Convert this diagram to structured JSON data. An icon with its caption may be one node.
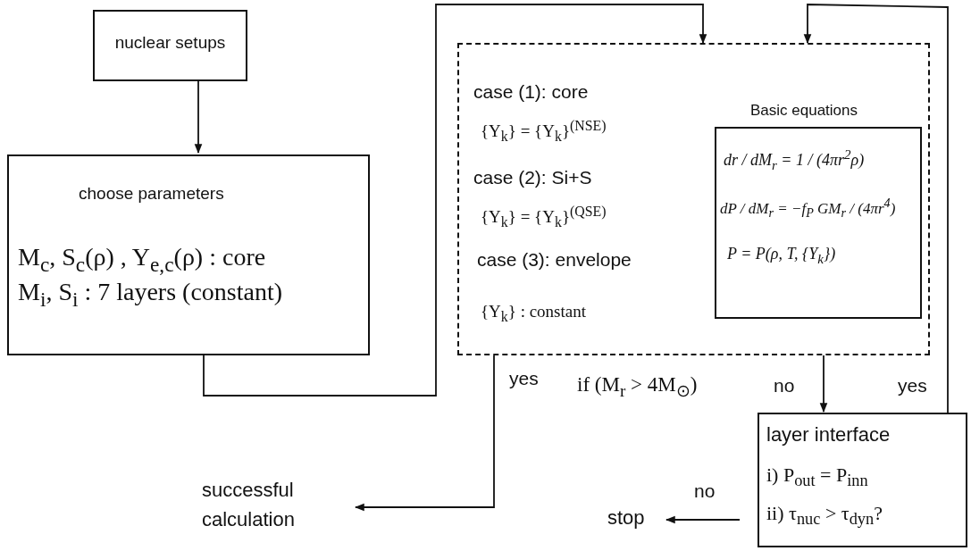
{
  "diagram": {
    "nodes": [
      {
        "text": [
          "nuclear setups"
        ]
      },
      {
        "text": [
          "choose parameters",
          "M$_{c}$, S$_{c}$(ρ) , Y$_{e,c}$(ρ)  : core",
          "M$_{i}$, S$_{i}$  : 7 layers (constant)"
        ]
      },
      {
        "text": [
          "case (1): core",
          "{Y$_{k}$} = {Y$_{k}$}$^{(NSE)}$",
          "case (2):  Si+S",
          "{Y$_{k}$} = {Y$_{k}$}$^{(QSE)}$",
          "case (3): envelope",
          "{Y$_{k}$} : constant"
        ]
      },
      {
        "text": [
          "Basic equations",
          "dr / dM$_{r}$ = 1 / (4πr$^{2}$ρ)",
          "dP / dM$_{r}$ = −f$_{P}$ GM$_{r}$ / (4πr$^{4}$)",
          "P = P(ρ, T, {Y$_{k}$})"
        ],
        "in": 2
      },
      {
        "text": [
          "layer interface",
          "i)  P$_{out}$ = P$_{inn}$",
          "ii) τ$_{nuc}$ > τ$_{dyn}$?"
        ]
      },
      {
        "text": [
          "successful calculation"
        ]
      },
      {
        "text": [
          "stop"
        ]
      }
    ],
    "edges": [
      {
        "from": 0,
        "to": 1,
        "arrow": "to"
      },
      {
        "from": 1,
        "to": 2,
        "arrow": "to"
      },
      {
        "from": 2,
        "to": 5,
        "arrow": "to",
        "label": "yes"
      },
      {
        "from": 2,
        "to": 4,
        "arrow": "to",
        "label": "no"
      },
      {
        "from": 4,
        "to": 2,
        "arrow": "to",
        "label": "yes"
      },
      {
        "from": 4,
        "to": 6,
        "arrow": "to",
        "label": "no"
      }
    ],
    "labels": [
      "if (M$_{r}$ > 4M$_{⊙}$)"
    ]
  }
}
